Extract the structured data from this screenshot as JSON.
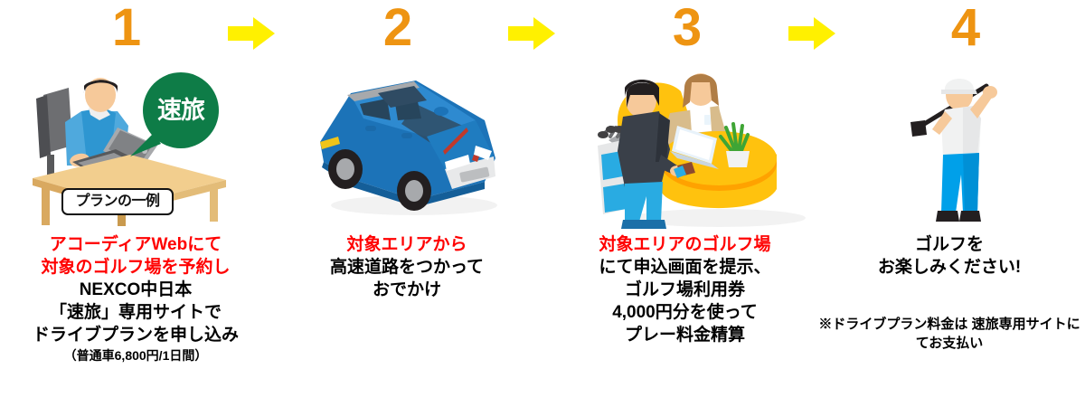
{
  "colors": {
    "step_number": "#EE9412",
    "arrow": "#FFF000",
    "highlight_text": "#FF0000",
    "body_text": "#000000",
    "bubble_green": "#0E7C47",
    "car_blue": "#1C73B8",
    "desk_yellow": "#FFC20E",
    "pants_blue": "#00A0E9"
  },
  "steps": [
    {
      "number": "1",
      "illustration": "person-at-desk-with-laptop",
      "badge": "プランの一例",
      "bubble": "速旅",
      "caption": {
        "highlight": [
          "アコーディアWebにて",
          "対象のゴルフ場を予約し"
        ],
        "lines": [
          "NEXCO中日本",
          "「速旅」専用サイトで",
          "ドライブプランを申し込み"
        ],
        "small": "（普通車6,800円/1日間）"
      }
    },
    {
      "number": "2",
      "illustration": "blue-suv-car",
      "caption": {
        "highlight": [
          "対象エリアから"
        ],
        "lines": [
          "高速道路をつかって",
          "おでかけ"
        ],
        "small": ""
      }
    },
    {
      "number": "3",
      "illustration": "golf-course-reception-desk",
      "caption": {
        "highlight": [
          "対象エリアのゴルフ場"
        ],
        "lines": [
          "にて申込画面を提示、",
          "ゴルフ場利用券",
          "4,000円分を使って",
          "プレー料金精算"
        ],
        "small": ""
      }
    },
    {
      "number": "4",
      "illustration": "golfer-swinging-club",
      "caption": {
        "highlight": [],
        "lines": [
          "ゴルフを",
          "お楽しみください!"
        ],
        "small": ""
      },
      "note": [
        "※ドライブプラン料金は",
        "速旅専用サイトにてお支払い"
      ]
    }
  ],
  "arrows": [
    "arrow-1-to-2",
    "arrow-2-to-3",
    "arrow-3-to-4"
  ]
}
